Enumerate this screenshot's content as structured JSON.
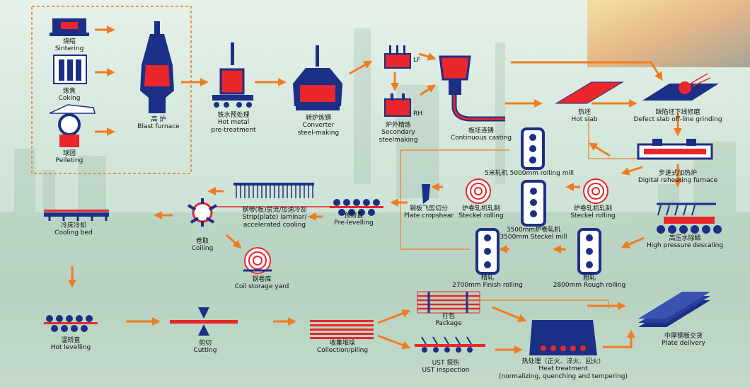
{
  "colors": {
    "arrow": "#f07c22",
    "navy": "#1c2f86",
    "red": "#e8262b",
    "hot": "#f05a28",
    "frame": "#e47a2a"
  },
  "stations": {
    "sintering": {
      "cn": "烧结",
      "en": "Sintering"
    },
    "coking": {
      "cn": "炼焦",
      "en": "Coking"
    },
    "pelleting": {
      "cn": "球团",
      "en": "Pelleting"
    },
    "blast_furnace": {
      "cn": "高 炉",
      "en": "Blast furnace"
    },
    "hot_metal": {
      "cn": "铁水预处理",
      "en1": "Hot metal",
      "en2": "pre-treatment"
    },
    "converter": {
      "cn": "转炉炼钢",
      "en1": "Converter",
      "en2": "steel-making"
    },
    "lf": {
      "tag": "LF"
    },
    "rh": {
      "tag": "RH"
    },
    "secondary": {
      "cn": "炉外精炼",
      "en1": "Secondary",
      "en2": "steelmaking"
    },
    "casting": {
      "cn": "板坯连铸",
      "en": "Continuous casting"
    },
    "hot_slab": {
      "cn": "热坯",
      "en": "Hot slab"
    },
    "defect": {
      "cn": "缺陷坯下线修磨",
      "en": "Defect slab off-line grinding"
    },
    "reheating": {
      "cn": "步进式加热炉",
      "en": "Digital reheating furnace"
    },
    "descaling": {
      "cn": "高压水除鳞",
      "en": "High pressure descaling"
    },
    "rough": {
      "cn": "粗轧",
      "en": "2800mm Rough rolling"
    },
    "steckel": {
      "cn": "3500mm炉卷轧机",
      "en": "3500mm Steckel mill"
    },
    "steckel_r": {
      "cn": "炉卷轧机轧制",
      "en": "Steckel rolling"
    },
    "steckel_l": {
      "cn": "炉卷轧机轧制",
      "en": "Steckel rolling"
    },
    "mill5000": {
      "text": "5米轧机 5000mm rolling mill"
    },
    "finish": {
      "cn": "精轧",
      "en": "2700mm Finish rolling"
    },
    "cropshear": {
      "cn": "钢板飞剪切分",
      "en": "Plate cropshear"
    },
    "prelevel": {
      "cn": "预矫直",
      "en": "Pre-levelling"
    },
    "laminar": {
      "cn": "钢带(板)层流/加速冷却",
      "en1": "Strip(plate) laminar/",
      "en2": "accelerated cooling"
    },
    "coiling": {
      "cn": "卷取",
      "en": "Coiling"
    },
    "coil_yard": {
      "cn": "钢卷库",
      "en": "Coil storage yard"
    },
    "cooling_bed": {
      "cn": "冷床冷却",
      "en": "Cooling bed"
    },
    "hot_level": {
      "cn": "温矫直",
      "en": "Hot levelling"
    },
    "cutting": {
      "cn": "剪切",
      "en": "Cutting"
    },
    "piling": {
      "cn": "收集堆垛",
      "en": "Collection/piling"
    },
    "package": {
      "cn": "打包",
      "en": "Package"
    },
    "ust": {
      "cn": "UST 探伤",
      "en": "UST inspection"
    },
    "heat": {
      "cn": "热处理（正火、淬火、回火）",
      "en1": "Heat treatment",
      "en2": "(normalizing, quenching and tempering)"
    },
    "delivery": {
      "cn": "中厚钢板交货",
      "en": "Plate delivery"
    }
  }
}
